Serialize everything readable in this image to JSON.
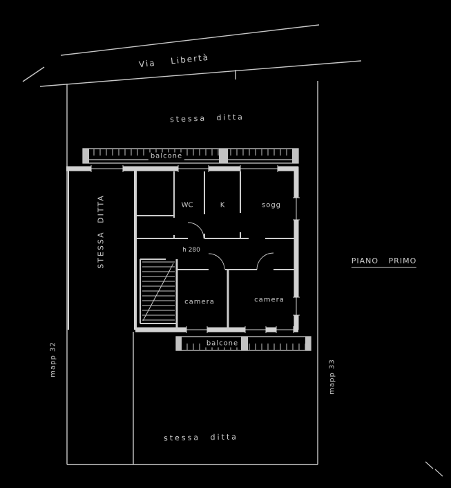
{
  "colors": {
    "background": "#000000",
    "line": "#c8c8c8",
    "wall": "#d2d2d2",
    "text": "#cdcdcd"
  },
  "labels": {
    "street": "Via Libertà",
    "parcel_top": "stessa ditta",
    "parcel_left": "STESSA DITTA",
    "parcel_bottom": "stessa ditta",
    "balcony_top": "balcone",
    "balcony_bottom": "balcone",
    "room_wc": "WC",
    "room_kitchen": "K",
    "room_living": "sogg",
    "room_bedroom_1": "camera",
    "room_bedroom_2": "camera",
    "ceiling_height": "h 280",
    "parcel_number_left": "mapp 32",
    "parcel_number_right": "mapp 33",
    "floor_title": "PIANO PRIMO"
  }
}
